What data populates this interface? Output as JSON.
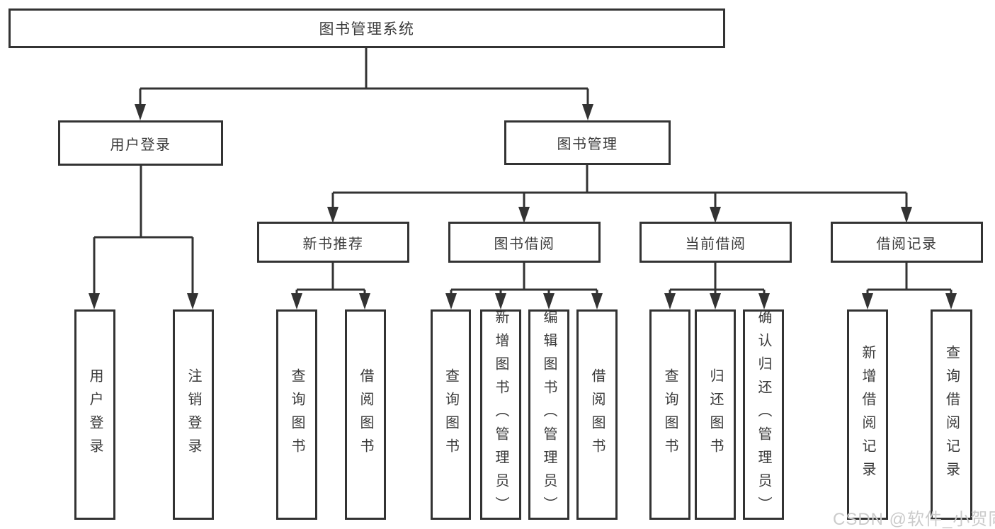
{
  "colors": {
    "line": "#333333",
    "node_border": "#333333",
    "node_text": "#3a3a3a",
    "background": "#ffffff",
    "watermark": "#cbcbcb"
  },
  "diagram": {
    "root": {
      "label": "图书管理系统"
    },
    "branches": [
      {
        "label": "用户登录",
        "children": [
          {
            "label": "用户登录"
          },
          {
            "label": "注销登录"
          }
        ]
      },
      {
        "label": "图书管理",
        "children": [
          {
            "label": "新书推荐",
            "children": [
              {
                "label": "查询图书"
              },
              {
                "label": "借阅图书"
              }
            ]
          },
          {
            "label": "图书借阅",
            "children": [
              {
                "label": "查询图书"
              },
              {
                "label": "新增图书（管理员）"
              },
              {
                "label": "编辑图书（管理员）"
              },
              {
                "label": "借阅图书"
              }
            ]
          },
          {
            "label": "当前借阅",
            "children": [
              {
                "label": "查询图书"
              },
              {
                "label": "归还图书"
              },
              {
                "label": "确认归还（管理员）"
              }
            ]
          },
          {
            "label": "借阅记录",
            "children": [
              {
                "label": "新增借阅记录"
              },
              {
                "label": "查询借阅记录"
              }
            ]
          }
        ]
      }
    ]
  },
  "watermark": {
    "text": "CSDN @软件_小贺同学"
  }
}
